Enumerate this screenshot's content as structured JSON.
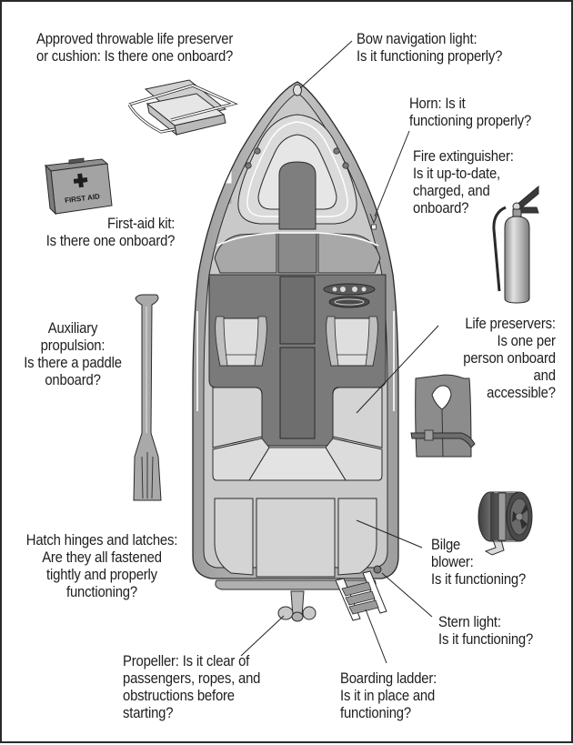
{
  "diagram": {
    "title": "Boat safety checklist",
    "colors": {
      "outline": "#2a2a2a",
      "hull": "#b9b9b9",
      "deck_light": "#d6d6d6",
      "deck_mid": "#a6a6a6",
      "deck_dark": "#7e7e7e",
      "leader_line": "#222222",
      "background": "#ffffff"
    },
    "callouts": [
      {
        "id": "throwable",
        "text": "Approved throwable life preserver\nor cushion: Is there one onboard?",
        "item_icon": "seat-cushion-icon"
      },
      {
        "id": "bow-light",
        "text": "Bow navigation light:\nIs it functioning properly?",
        "item_icon": "bow-light-icon"
      },
      {
        "id": "horn",
        "text": "Horn: Is it\nfunctioning properly?",
        "item_icon": "horn-icon"
      },
      {
        "id": "fire-extinguisher",
        "text": "Fire extinguisher:\nIs it up-to-date,\ncharged, and\nonboard?",
        "item_icon": "fire-extinguisher-icon"
      },
      {
        "id": "first-aid",
        "text": "First-aid kit:\nIs there one onboard?",
        "item_icon": "first-aid-kit-icon",
        "item_label": "FIRST AID"
      },
      {
        "id": "paddle",
        "text": "Auxiliary\npropulsion:\nIs there a paddle\nonboard?",
        "item_icon": "paddle-icon"
      },
      {
        "id": "life-preservers",
        "text": "Life preservers:\nIs one per\nperson onboard\nand\naccessible?",
        "item_icon": "life-vest-icon"
      },
      {
        "id": "hatch",
        "text": "Hatch hinges and latches:\nAre they all fastened\ntightly and properly\nfunctioning?",
        "item_icon": "hatch-icon"
      },
      {
        "id": "bilge-blower",
        "text": "Bilge\nblower:\nIs it functioning?",
        "item_icon": "bilge-blower-icon"
      },
      {
        "id": "stern-light",
        "text": "Stern light:\nIs it functioning?",
        "item_icon": "stern-light-icon"
      },
      {
        "id": "propeller",
        "text": "Propeller: Is it clear of\npassengers, ropes, and\nobstructions before\nstarting?",
        "item_icon": "propeller-icon"
      },
      {
        "id": "boarding-ladder",
        "text": "Boarding ladder:\nIs it in place and\nfunctioning?",
        "item_icon": "boarding-ladder-icon"
      }
    ]
  }
}
